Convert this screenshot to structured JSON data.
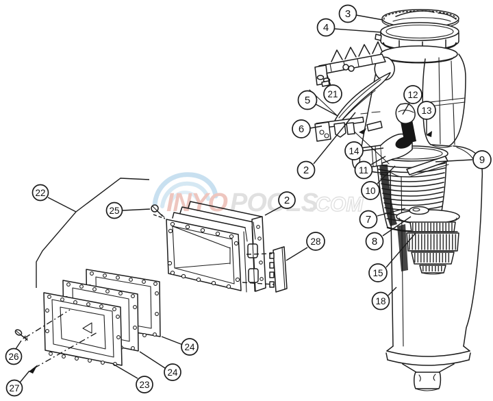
{
  "figure": {
    "kind": "exploded-parts-diagram",
    "subject": "Automatic pool skimmer assembly",
    "background": "#ffffff",
    "ink_color": "#1c1c1c"
  },
  "watermark": {
    "segment_red": "INYO",
    "segment_gray": "POOLS",
    "segment_suffix": ".COM",
    "swirl_color": "#a9cfe7",
    "red_color": "#e9b4aa",
    "gray_color": "#d6d6d6"
  },
  "callouts": [
    {
      "label": "3"
    },
    {
      "label": "4"
    },
    {
      "label": "21"
    },
    {
      "label": "5"
    },
    {
      "label": "6"
    },
    {
      "label": "2"
    },
    {
      "label": "12"
    },
    {
      "label": "13"
    },
    {
      "label": "14"
    },
    {
      "label": "11"
    },
    {
      "label": "9"
    },
    {
      "label": "10"
    },
    {
      "label": "7"
    },
    {
      "label": "8"
    },
    {
      "label": "15"
    },
    {
      "label": "18"
    },
    {
      "label": "2"
    },
    {
      "label": "22"
    },
    {
      "label": "25"
    },
    {
      "label": "28"
    },
    {
      "label": "24"
    },
    {
      "label": "24"
    },
    {
      "label": "23"
    },
    {
      "label": "26"
    },
    {
      "label": "27"
    }
  ]
}
